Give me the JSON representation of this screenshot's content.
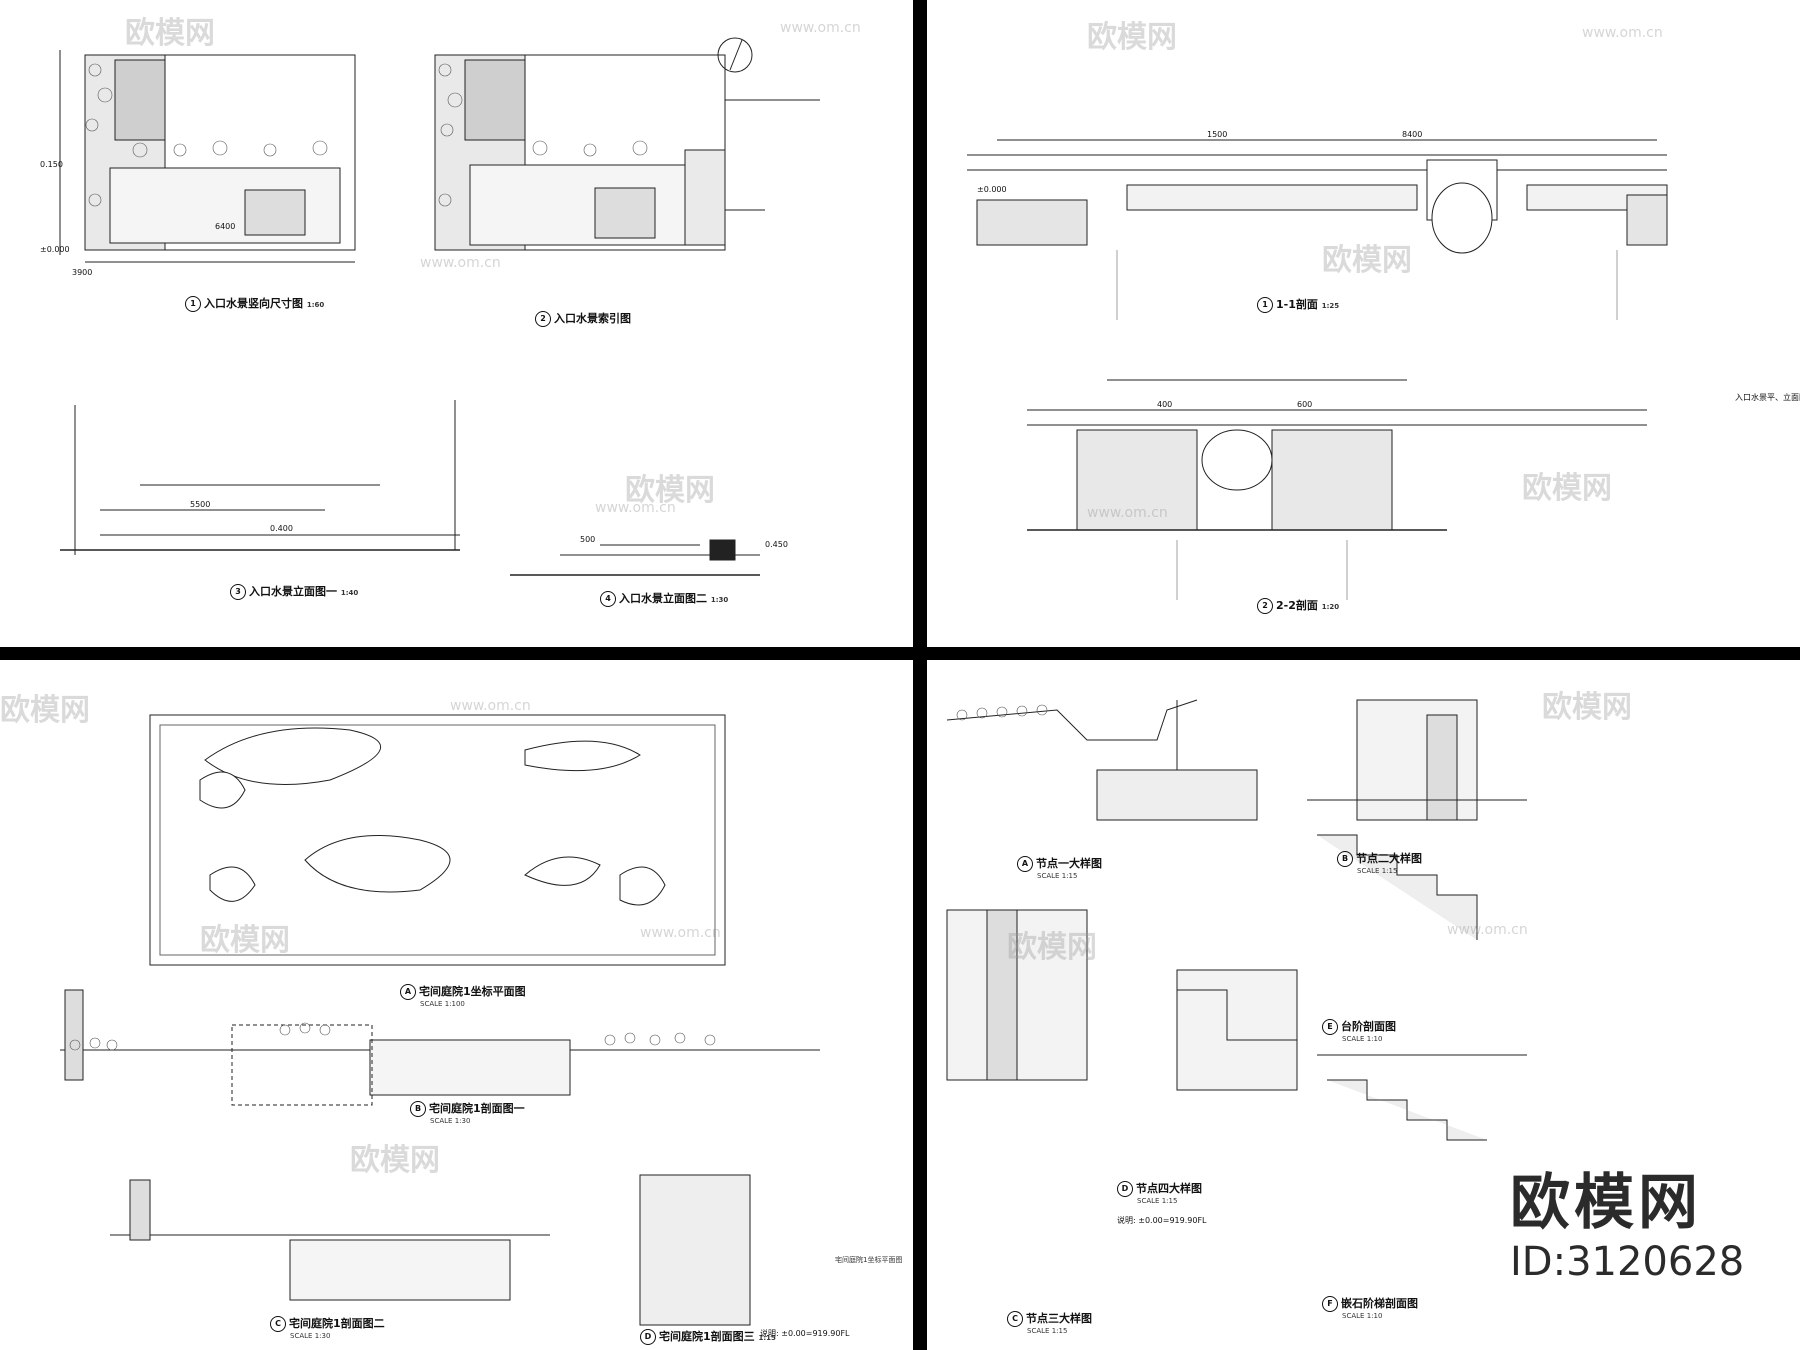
{
  "sheets": {
    "q1": {
      "drawings": [
        {
          "num": "1",
          "title": "入口水景竖向尺寸图",
          "scale": "1:60"
        },
        {
          "num": "2",
          "title": "入口水景索引图",
          "scale": ""
        },
        {
          "num": "3",
          "title": "入口水景立面图一",
          "scale": "1:40"
        },
        {
          "num": "4",
          "title": "入口水景立面图二",
          "scale": "1:30"
        }
      ],
      "dims": [
        "3900",
        "0.150",
        "±0.000",
        "6400",
        "5500",
        "0.400",
        "500",
        "0.450"
      ]
    },
    "q2": {
      "drawings": [
        {
          "num": "1",
          "title": "1-1剖面",
          "scale": "1:25"
        },
        {
          "num": "2",
          "title": "2-2剖面",
          "scale": "1:20"
        }
      ],
      "dims": [
        "1500",
        "8400",
        "400",
        "600",
        "±0.000"
      ],
      "side_note": "入口水景平、立面图"
    },
    "q3": {
      "drawings": [
        {
          "num": "A",
          "title": "宅间庭院1坐标平面图",
          "scale": "1:100"
        },
        {
          "num": "B",
          "title": "宅间庭院1剖面图一",
          "scale": "1:30"
        },
        {
          "num": "C",
          "title": "宅间庭院1剖面图二",
          "scale": "1:30"
        },
        {
          "num": "D",
          "title": "宅间庭院1剖面图三",
          "scale": "1:15"
        }
      ],
      "side_note": "宅间庭院1坐标平面图",
      "note_label": "说明: ±0.00=919.90FL",
      "scale_word": "SCALE"
    },
    "q4": {
      "drawings": [
        {
          "num": "A",
          "title": "节点一大样图",
          "scale": "1:15"
        },
        {
          "num": "B",
          "title": "节点二大样图",
          "scale": "1:15"
        },
        {
          "num": "C",
          "title": "节点三大样图",
          "scale": "1:15"
        },
        {
          "num": "D",
          "title": "节点四大样图",
          "scale": "1:15"
        },
        {
          "num": "E",
          "title": "台阶剖面图",
          "scale": "1:10"
        },
        {
          "num": "F",
          "title": "嵌石阶梯剖面图",
          "scale": "1:10"
        }
      ],
      "note_label": "说明: ±0.00=919.90FL",
      "scale_word": "SCALE"
    }
  },
  "watermark": {
    "text": "欧模网",
    "url": "www.om.cn"
  },
  "brand": {
    "name": "欧模网",
    "id": "ID:3120628"
  }
}
